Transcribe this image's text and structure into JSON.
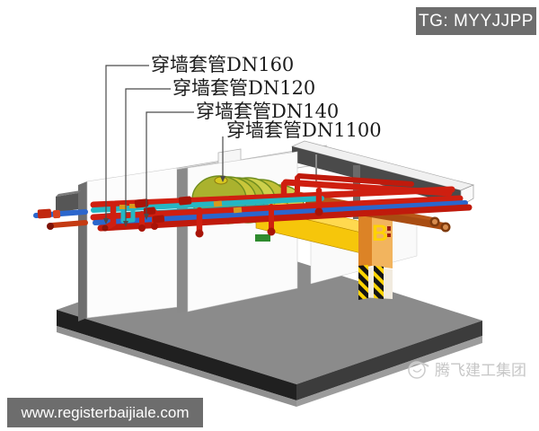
{
  "badge": {
    "text": "TG: MYYJJPP"
  },
  "annotations": {
    "labels": [
      {
        "text": "穿墙套管DN160"
      },
      {
        "text": "穿墙套管DN120"
      },
      {
        "text": "穿墙套管DN140"
      },
      {
        "text": "穿墙套管DN1100"
      }
    ]
  },
  "footer": {
    "url": "www.registerbaijiale.com"
  },
  "watermark": {
    "text": "腾飞建工集团"
  },
  "scene": {
    "description": "BIM 3D axonometric detail of pipes passing through walls with sleeves (穿墙套管)",
    "colors": {
      "pipe_red": "#cf1f10",
      "pipe_cyan": "#25b6c3",
      "pipe_blue": "#2b66cc",
      "pipe_orange": "#b85718",
      "pump_body": "#c9c63a",
      "duct_yellow": "#f6c60b",
      "column_orange": "#f2b45e",
      "hazard_yellow": "#ffd400",
      "hazard_black": "#141414",
      "slab_gray": "#8b8b8b",
      "beam_dark": "#4a4a4a",
      "bar_gray": "#6d6d6d"
    }
  }
}
